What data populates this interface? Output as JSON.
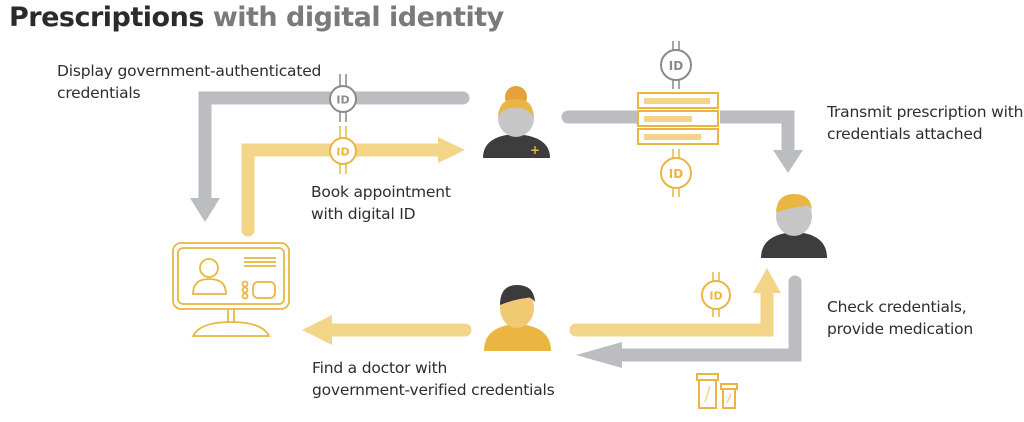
{
  "title": {
    "part1": "Prescriptions",
    "part2": "with digital identity"
  },
  "colors": {
    "gold": "#eab543",
    "gold_light": "#f3d589",
    "gray": "#bcbdc0",
    "dark": "#3d3d3d",
    "skin_gray": "#c6c6c6",
    "skin_gold": "#f1c972",
    "hair_dark": "#3b3b3b"
  },
  "steps": [
    {
      "id": "display",
      "line1": "Display government-authenticated",
      "line2": "credentials"
    },
    {
      "id": "book",
      "line1": "Book appointment",
      "line2": "with digital ID"
    },
    {
      "id": "transmit",
      "line1": "Transmit prescription with",
      "line2": "credentials attached"
    },
    {
      "id": "check",
      "line1": "Check credentials,",
      "line2": "provide medication"
    },
    {
      "id": "find",
      "line1": "Find a doctor with",
      "line2": "government-verified credentials"
    }
  ],
  "id_badge_text": "ID",
  "icons": {
    "doctor": "doctor-icon",
    "pharmacist": "pharmacist-icon",
    "patient": "patient-icon",
    "monitor": "monitor-profile-icon",
    "prescription": "prescription-document-icon",
    "medication": "medication-bottles-icon",
    "id_badge": "id-badge-icon"
  }
}
